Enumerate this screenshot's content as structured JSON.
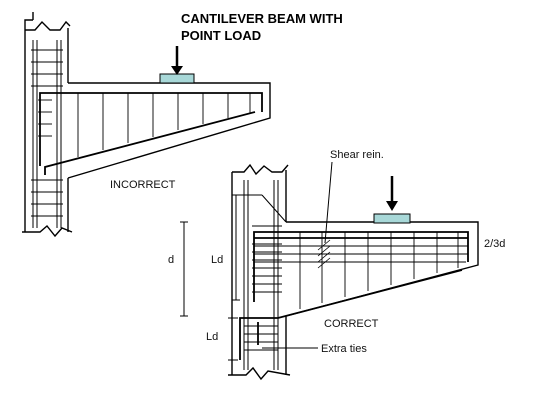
{
  "title": {
    "line1": "CANTILEVER BEAM WITH",
    "line2": "POINT LOAD"
  },
  "labels": {
    "incorrect": "INCORRECT",
    "correct": "CORRECT",
    "shear_rein": "Shear rein.",
    "extra_ties": "Extra ties",
    "two_thirds_d": "2/3d"
  },
  "dimensions": {
    "d": "d",
    "ld_upper": "Ld",
    "ld_lower": "Ld"
  },
  "colors": {
    "bearing_plate": "#a8d8d8",
    "line": "#000000"
  }
}
